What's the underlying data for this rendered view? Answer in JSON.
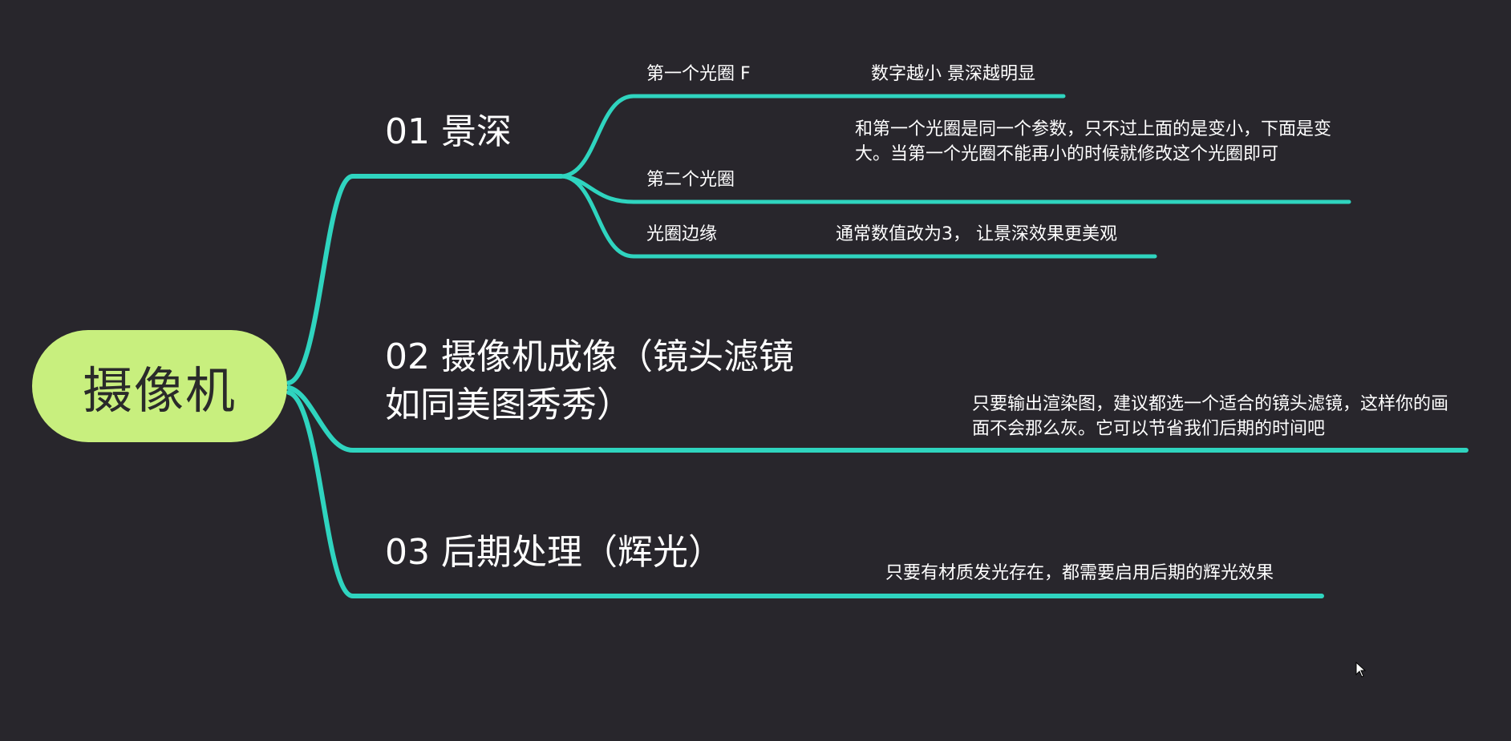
{
  "colors": {
    "background": "#28262c",
    "connector": "#2fd4bf",
    "root_fill": "#c8ef7e",
    "root_text": "#2a2a2a",
    "text": "#ffffff"
  },
  "root": {
    "label": "摄像机"
  },
  "branches": [
    {
      "title": "01 景深",
      "children": [
        {
          "label": "第一个光圈 F",
          "note": "数字越小 景深越明显"
        },
        {
          "label": "第二个光圈",
          "note": "和第一个光圈是同一个参数，只不过上面的是变小，下面是变大。当第一个光圈不能再小的时候就修改这个光圈即可"
        },
        {
          "label": "光圈边缘",
          "note": "通常数值改为3， 让景深效果更美观"
        }
      ]
    },
    {
      "title_line1": "02 摄像机成像（镜头滤镜",
      "title_line2": "如同美图秀秀）",
      "note": "只要输出渲染图，建议都选一个适合的镜头滤镜，这样你的画面不会那么灰。它可以节省我们后期的时间吧"
    },
    {
      "title": "03 后期处理（辉光）",
      "note": "只要有材质发光存在，都需要启用后期的辉光效果"
    }
  ],
  "icons": {
    "cursor": "mouse-pointer-icon"
  }
}
